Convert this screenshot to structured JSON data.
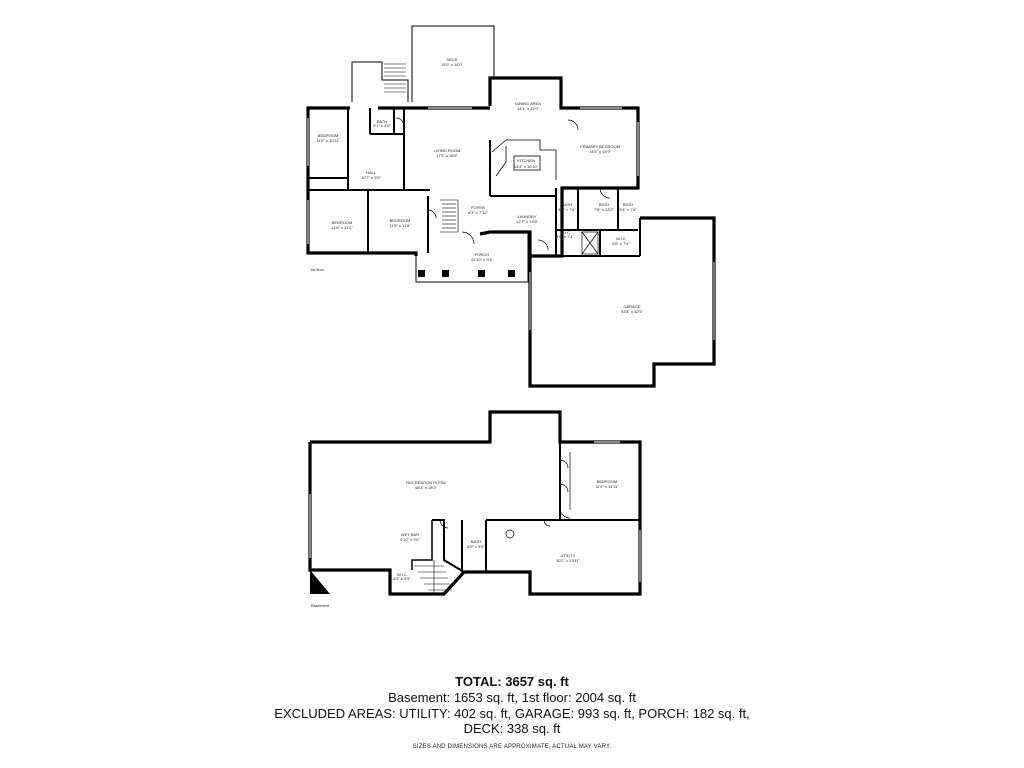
{
  "floors": {
    "first": {
      "label": "1st floor",
      "rooms": [
        {
          "id": "deck",
          "name": "DECK",
          "dims": "15'9\" x 16'0\""
        },
        {
          "id": "dining",
          "name": "DINING AREA",
          "dims": "14'4\" x 12'0\""
        },
        {
          "id": "bedroom_nw",
          "name": "BEDROOM",
          "dims": "11'0\" x 10'11\""
        },
        {
          "id": "bath_small",
          "name": "BATH",
          "dims": "5'1\" x 4'6\""
        },
        {
          "id": "living",
          "name": "LIVING ROOM",
          "dims": "17'2\" x 16'6\""
        },
        {
          "id": "primary",
          "name": "PRIMARY BEDROOM",
          "dims": "14'6\" x 15'9\""
        },
        {
          "id": "kitchen",
          "name": "KITCHEN",
          "dims": "14'4\" x 10'10\""
        },
        {
          "id": "hall",
          "name": "HALL",
          "dims": "10'7\" x 3'5\""
        },
        {
          "id": "bath2",
          "name": "BATH",
          "dims": "4'3\" x 7'6\""
        },
        {
          "id": "bath3",
          "name": "BATH",
          "dims": "7'8\" x 13'2\""
        },
        {
          "id": "bath4",
          "name": "BATH",
          "dims": "5'4\" x 7'8\""
        },
        {
          "id": "bedroom_sw",
          "name": "BEDROOM",
          "dims": "11'5\" x 11'2\""
        },
        {
          "id": "bedroom_s",
          "name": "BEDROOM",
          "dims": "11'5\" x 11'5\""
        },
        {
          "id": "foyer",
          "name": "FOYER",
          "dims": "8'3\" x 7'10\""
        },
        {
          "id": "laundry",
          "name": "LAUNDRY",
          "dims": "12'7\" x 13'9\""
        },
        {
          "id": "wic1",
          "name": "W.I.C",
          "dims": "4'8\" x 7'4\""
        },
        {
          "id": "wic2",
          "name": "W.I.C",
          "dims": "6'6\" x 7'4\""
        },
        {
          "id": "porch",
          "name": "PORCH",
          "dims": "21'10\" x 9'4\""
        },
        {
          "id": "garage",
          "name": "GARAGE",
          "dims": "33'8\" x 32'5\""
        }
      ]
    },
    "basement": {
      "label": "Basement",
      "rooms": [
        {
          "id": "recreation",
          "name": "RECREATION ROOM",
          "dims": "48'3\" x 28'3\""
        },
        {
          "id": "bedroom_b",
          "name": "BEDROOM",
          "dims": "11'0\" x 14'11\""
        },
        {
          "id": "wetbar",
          "name": "WET BAR",
          "dims": "9'10\" x 9'0\""
        },
        {
          "id": "bath_b",
          "name": "BATH",
          "dims": "8'0\" x 5'5\""
        },
        {
          "id": "utility",
          "name": "UTILITY",
          "dims": "30'2\" x 13'11\""
        },
        {
          "id": "closet_b",
          "name": "W.I.C",
          "dims": "4'5\" x 3'5\""
        }
      ]
    }
  },
  "summary": {
    "total": "TOTAL: 3657 sq. ft",
    "line1": "Basement: 1653 sq. ft, 1st floor: 2004 sq. ft",
    "line2": "EXCLUDED AREAS: UTILITY: 402 sq. ft, GARAGE: 993 sq. ft, PORCH: 182 sq. ft,",
    "line3": "DECK: 338 sq. ft",
    "disclaimer": "SIZES AND DIMENSIONS ARE APPROXIMATE, ACTUAL MAY VARY."
  }
}
